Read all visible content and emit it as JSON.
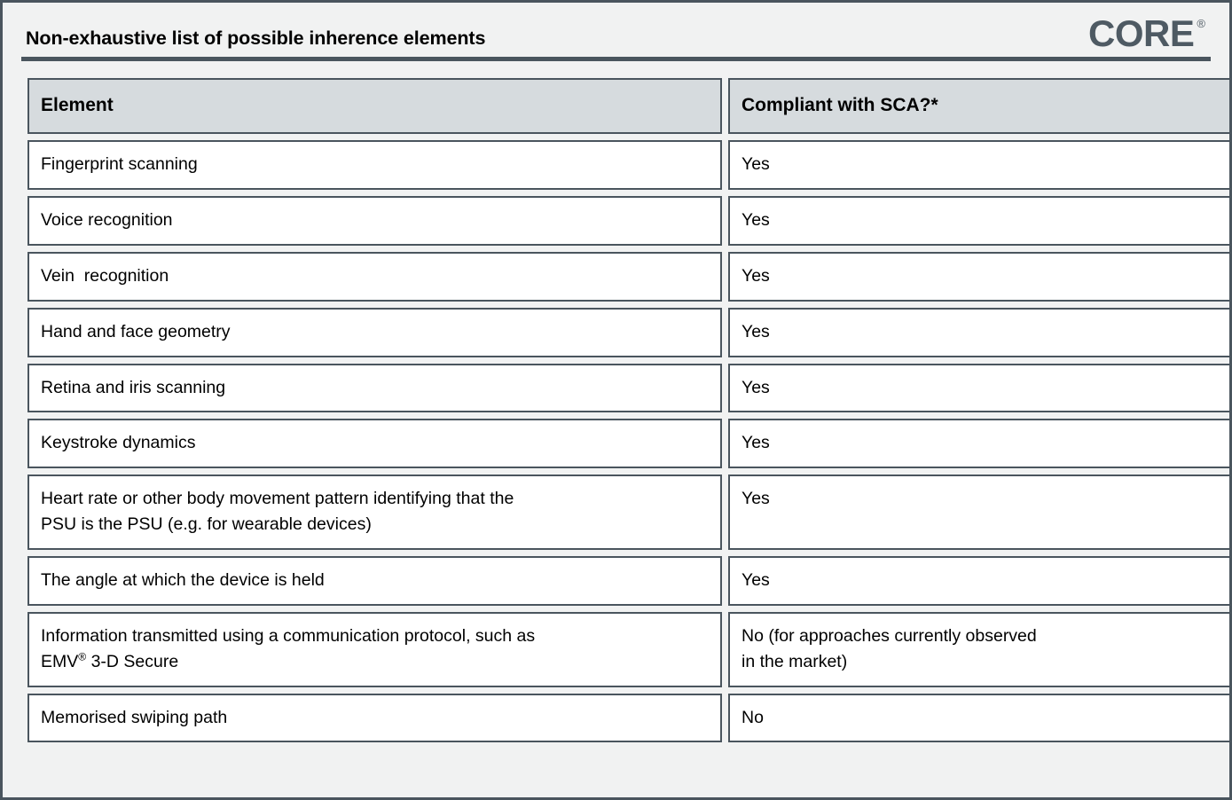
{
  "document": {
    "title": "Non-exhaustive list of possible inherence elements",
    "brand_name": "CORE",
    "brand_registered_mark": "®",
    "rule_color": "#4a555e",
    "frame_color": "#4a555e",
    "page_background": "#f1f2f2",
    "header_cell_fill": "#d6dbde",
    "cell_fill": "#ffffff"
  },
  "table": {
    "columns": [
      {
        "key": "element",
        "label": "Element"
      },
      {
        "key": "compliant",
        "label": "Compliant with SCA?*"
      }
    ],
    "rows": [
      {
        "element_lines": [
          "Fingerprint scanning"
        ],
        "compliant_lines": [
          "Yes"
        ]
      },
      {
        "element_lines": [
          "Voice recognition"
        ],
        "compliant_lines": [
          "Yes"
        ]
      },
      {
        "element_lines": [
          "Vein  recognition"
        ],
        "compliant_lines": [
          "Yes"
        ]
      },
      {
        "element_lines": [
          "Hand and face geometry"
        ],
        "compliant_lines": [
          "Yes"
        ]
      },
      {
        "element_lines": [
          "Retina and iris scanning"
        ],
        "compliant_lines": [
          "Yes"
        ]
      },
      {
        "element_lines": [
          "Keystroke dynamics"
        ],
        "compliant_lines": [
          "Yes"
        ]
      },
      {
        "element_lines": [
          "Heart rate or other body movement pattern identifying that the",
          "PSU is the PSU (e.g. for wearable devices)"
        ],
        "compliant_lines": [
          "Yes"
        ]
      },
      {
        "element_lines": [
          "The angle at which the device is held"
        ],
        "compliant_lines": [
          "Yes"
        ]
      },
      {
        "element_lines_rich": [
          {
            "text": "Information transmitted using a communication protocol, such as"
          },
          {
            "text_before": "EMV",
            "superscript": "®",
            "text_after": " 3-D Secure"
          }
        ],
        "compliant_lines": [
          "No (for approaches currently observed",
          "in the market)"
        ]
      },
      {
        "element_lines": [
          "Memorised swiping path"
        ],
        "compliant_lines": [
          "No"
        ]
      }
    ]
  }
}
